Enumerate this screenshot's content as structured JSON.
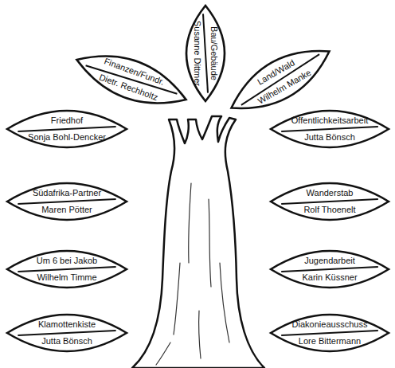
{
  "diagram": {
    "nodes": [
      {
        "text": [
          "Bau/Gebäude",
          "Susanne Dittmer"
        ]
      },
      {
        "text": [
          "Finanzen/Fundr.",
          "Dietr. Rechholtz"
        ]
      },
      {
        "text": [
          "Land/Wald",
          "Wilhelm Manke"
        ]
      },
      {
        "text": [
          "Friedhof",
          "Sonja Bohl-Dencker"
        ]
      },
      {
        "text": [
          "Öffentlichkeitsarbeit",
          "Jutta Bönsch"
        ]
      },
      {
        "text": [
          "Südafrika-Partner",
          "Maren Pötter"
        ]
      },
      {
        "text": [
          "Wanderstab",
          "Rolf Thoenelt"
        ]
      },
      {
        "text": [
          "Um 6 bei Jakob",
          "Wilhelm Timme"
        ]
      },
      {
        "text": [
          "Jugendarbeit",
          "Karin Küssner"
        ]
      },
      {
        "text": [
          "Klamottenkiste",
          "Jutta Bönsch"
        ]
      },
      {
        "text": [
          "Diakonieausschuss",
          "Lore Bittermann"
        ]
      }
    ]
  }
}
